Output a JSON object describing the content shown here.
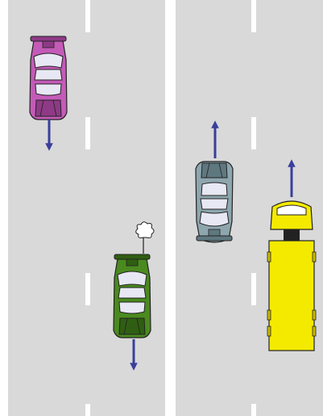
{
  "scene": {
    "road_color": "#d9d9d9",
    "marking_color": "#ffffff",
    "arrow_color": "#3a3f9a",
    "outline_color": "#222222",
    "vehicles": [
      {
        "id": "magenta-car",
        "kind": "car",
        "color": "#c45bb8",
        "dark": "#8e3a86",
        "heading": "down",
        "lane": "left",
        "emits_smoke": false
      },
      {
        "id": "green-car",
        "kind": "car",
        "color": "#4a8a1f",
        "dark": "#2f5e12",
        "heading": "down",
        "lane": "left",
        "emits_smoke": true
      },
      {
        "id": "blue-gray-car",
        "kind": "car",
        "color": "#8ea6ae",
        "dark": "#5f7880",
        "heading": "up",
        "lane": "right",
        "emits_smoke": false
      },
      {
        "id": "yellow-bus",
        "kind": "bus",
        "color": "#f4ea00",
        "dark": "#c9b800",
        "heading": "up",
        "lane": "right",
        "emits_smoke": false
      }
    ]
  }
}
